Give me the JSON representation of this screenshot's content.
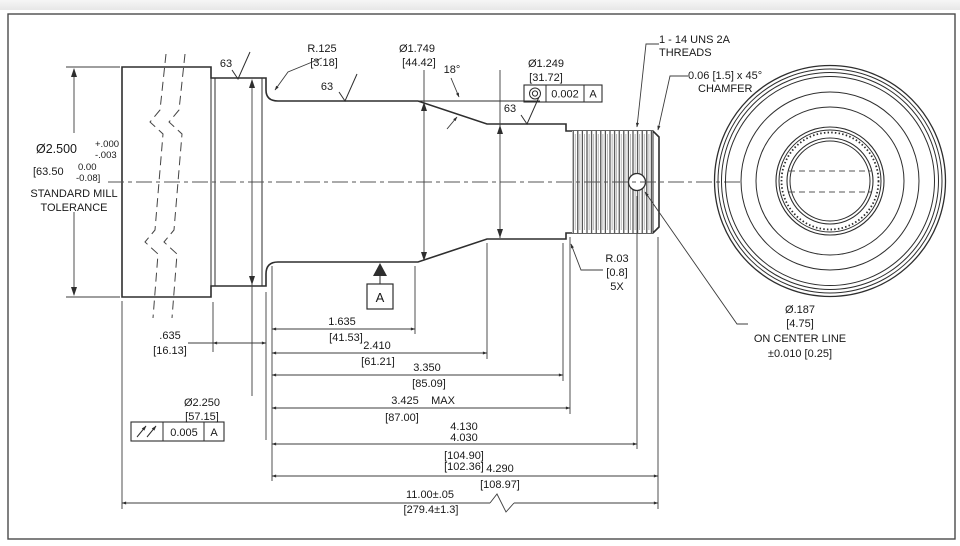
{
  "colors": {
    "line": "#2e2e2e",
    "dimension_line": "#3c3c3c",
    "background": "#ffffff",
    "top_bar": "#ededed"
  },
  "drawing": {
    "left_tol": {
      "dia": "Ø2.500",
      "plus": "+.000",
      "minus": "-.003",
      "mm": "[63.50",
      "mm_plus": "0.00",
      "mm_minus": "-0.08]",
      "note1": "STANDARD MILL",
      "note2": "TOLERANCE"
    },
    "finish": {
      "value": "63"
    },
    "fillet": {
      "in": "R.125",
      "mm": "[3.18]"
    },
    "dia1749": {
      "in": "Ø1.749",
      "mm": "[44.42]"
    },
    "angle": "18°",
    "dia1249": {
      "in": "Ø1.249",
      "mm": "[31.72]",
      "fcf_tol": "0.002",
      "fcf_datum": "A"
    },
    "threads": {
      "line1": "1 - 14 UNS 2A",
      "line2": "THREADS"
    },
    "chamfer": {
      "line1": "0.06 [1.5] x 45°",
      "line2": "CHAMFER"
    },
    "relief": {
      "in": "R.03",
      "mm": "[0.8]",
      "count": "5X"
    },
    "hole": {
      "in": "Ø.187",
      "mm": "[4.75]",
      "note1": "ON CENTER LINE",
      "note2": "±0.010 [0.25]"
    },
    "dia2250": {
      "in": "Ø2.250",
      "mm": "[57.15]",
      "fcf_tol": "0.005",
      "fcf_datum": "A"
    },
    "datum_label": "A",
    "dims": {
      "d635": {
        "in": ".635",
        "mm": "[16.13]"
      },
      "d1635": {
        "in": "1.635",
        "mm": "[41.53]"
      },
      "d2410": {
        "in": "2.410",
        "mm": "[61.21]"
      },
      "d3350": {
        "in": "3.350",
        "mm": "[85.09]"
      },
      "d3425": {
        "in": "3.425",
        "max": "MAX",
        "mm": "[87.00]"
      },
      "d4130": {
        "in_hi": "4.130",
        "in_lo": "4.030",
        "mm_hi": "[104.90]",
        "mm_lo": "[102.36]"
      },
      "d4290": {
        "in": "4.290",
        "mm": "[108.97]"
      },
      "d1100": {
        "in": "11.00±.05",
        "mm": "[279.4±1.3]"
      }
    }
  }
}
